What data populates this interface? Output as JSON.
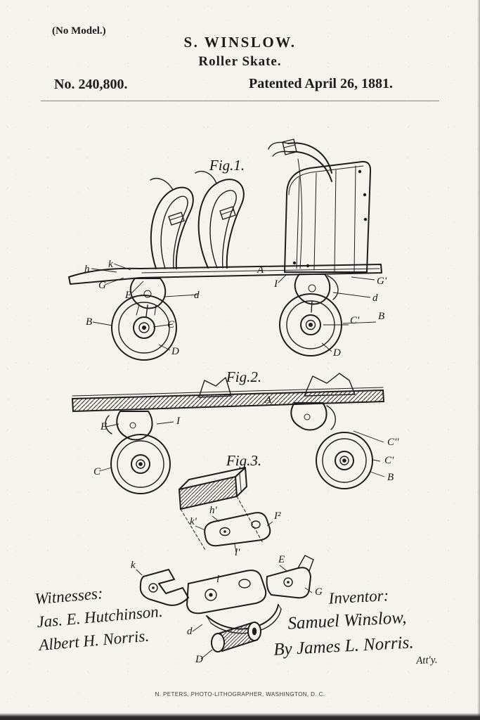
{
  "header": {
    "no_model": "(No Model.)",
    "inventor_name": "S. WINSLOW.",
    "invention_title": "Roller Skate.",
    "patent_number": "No. 240,800.",
    "patent_date": "Patented April 26, 1881."
  },
  "figures": {
    "fig1": {
      "caption": "Fig.1."
    },
    "fig2": {
      "caption": "Fig.2."
    },
    "fig3": {
      "caption": "Fig.3."
    }
  },
  "part_labels": {
    "fig1": {
      "h": "h",
      "k": "k",
      "G": "G",
      "E": "E",
      "A": "A",
      "I": "I",
      "Gp": "G'",
      "d_right": "d",
      "d_left": "d",
      "C": "C",
      "Cp": "C'",
      "B_left": "B",
      "B_right": "B",
      "D_left": "D",
      "D_right": "D"
    },
    "fig2": {
      "A": "A",
      "E": "E",
      "I": "I",
      "C": "C",
      "Cpp": "C''",
      "Cp": "C'",
      "B": "B"
    },
    "fig3": {
      "kp": "k'",
      "hp": "h'",
      "I2": "I²",
      "lp": "l'",
      "k": "k",
      "l": "l",
      "E": "E",
      "G": "G",
      "d": "d",
      "D": "D"
    }
  },
  "footer": {
    "witnesses_label": "Witnesses:",
    "witness1": "Jas. E. Hutchinson.",
    "witness2": "Albert H. Norris.",
    "inventor_label": "Inventor:",
    "inventor_signature": "Samuel Winslow,",
    "attorney_line": "By James L. Norris.",
    "attorney_title": "Att'y."
  },
  "printer": {
    "line": "N. PETERS, PHOTO-LITHOGRAPHER, WASHINGTON, D. C."
  }
}
